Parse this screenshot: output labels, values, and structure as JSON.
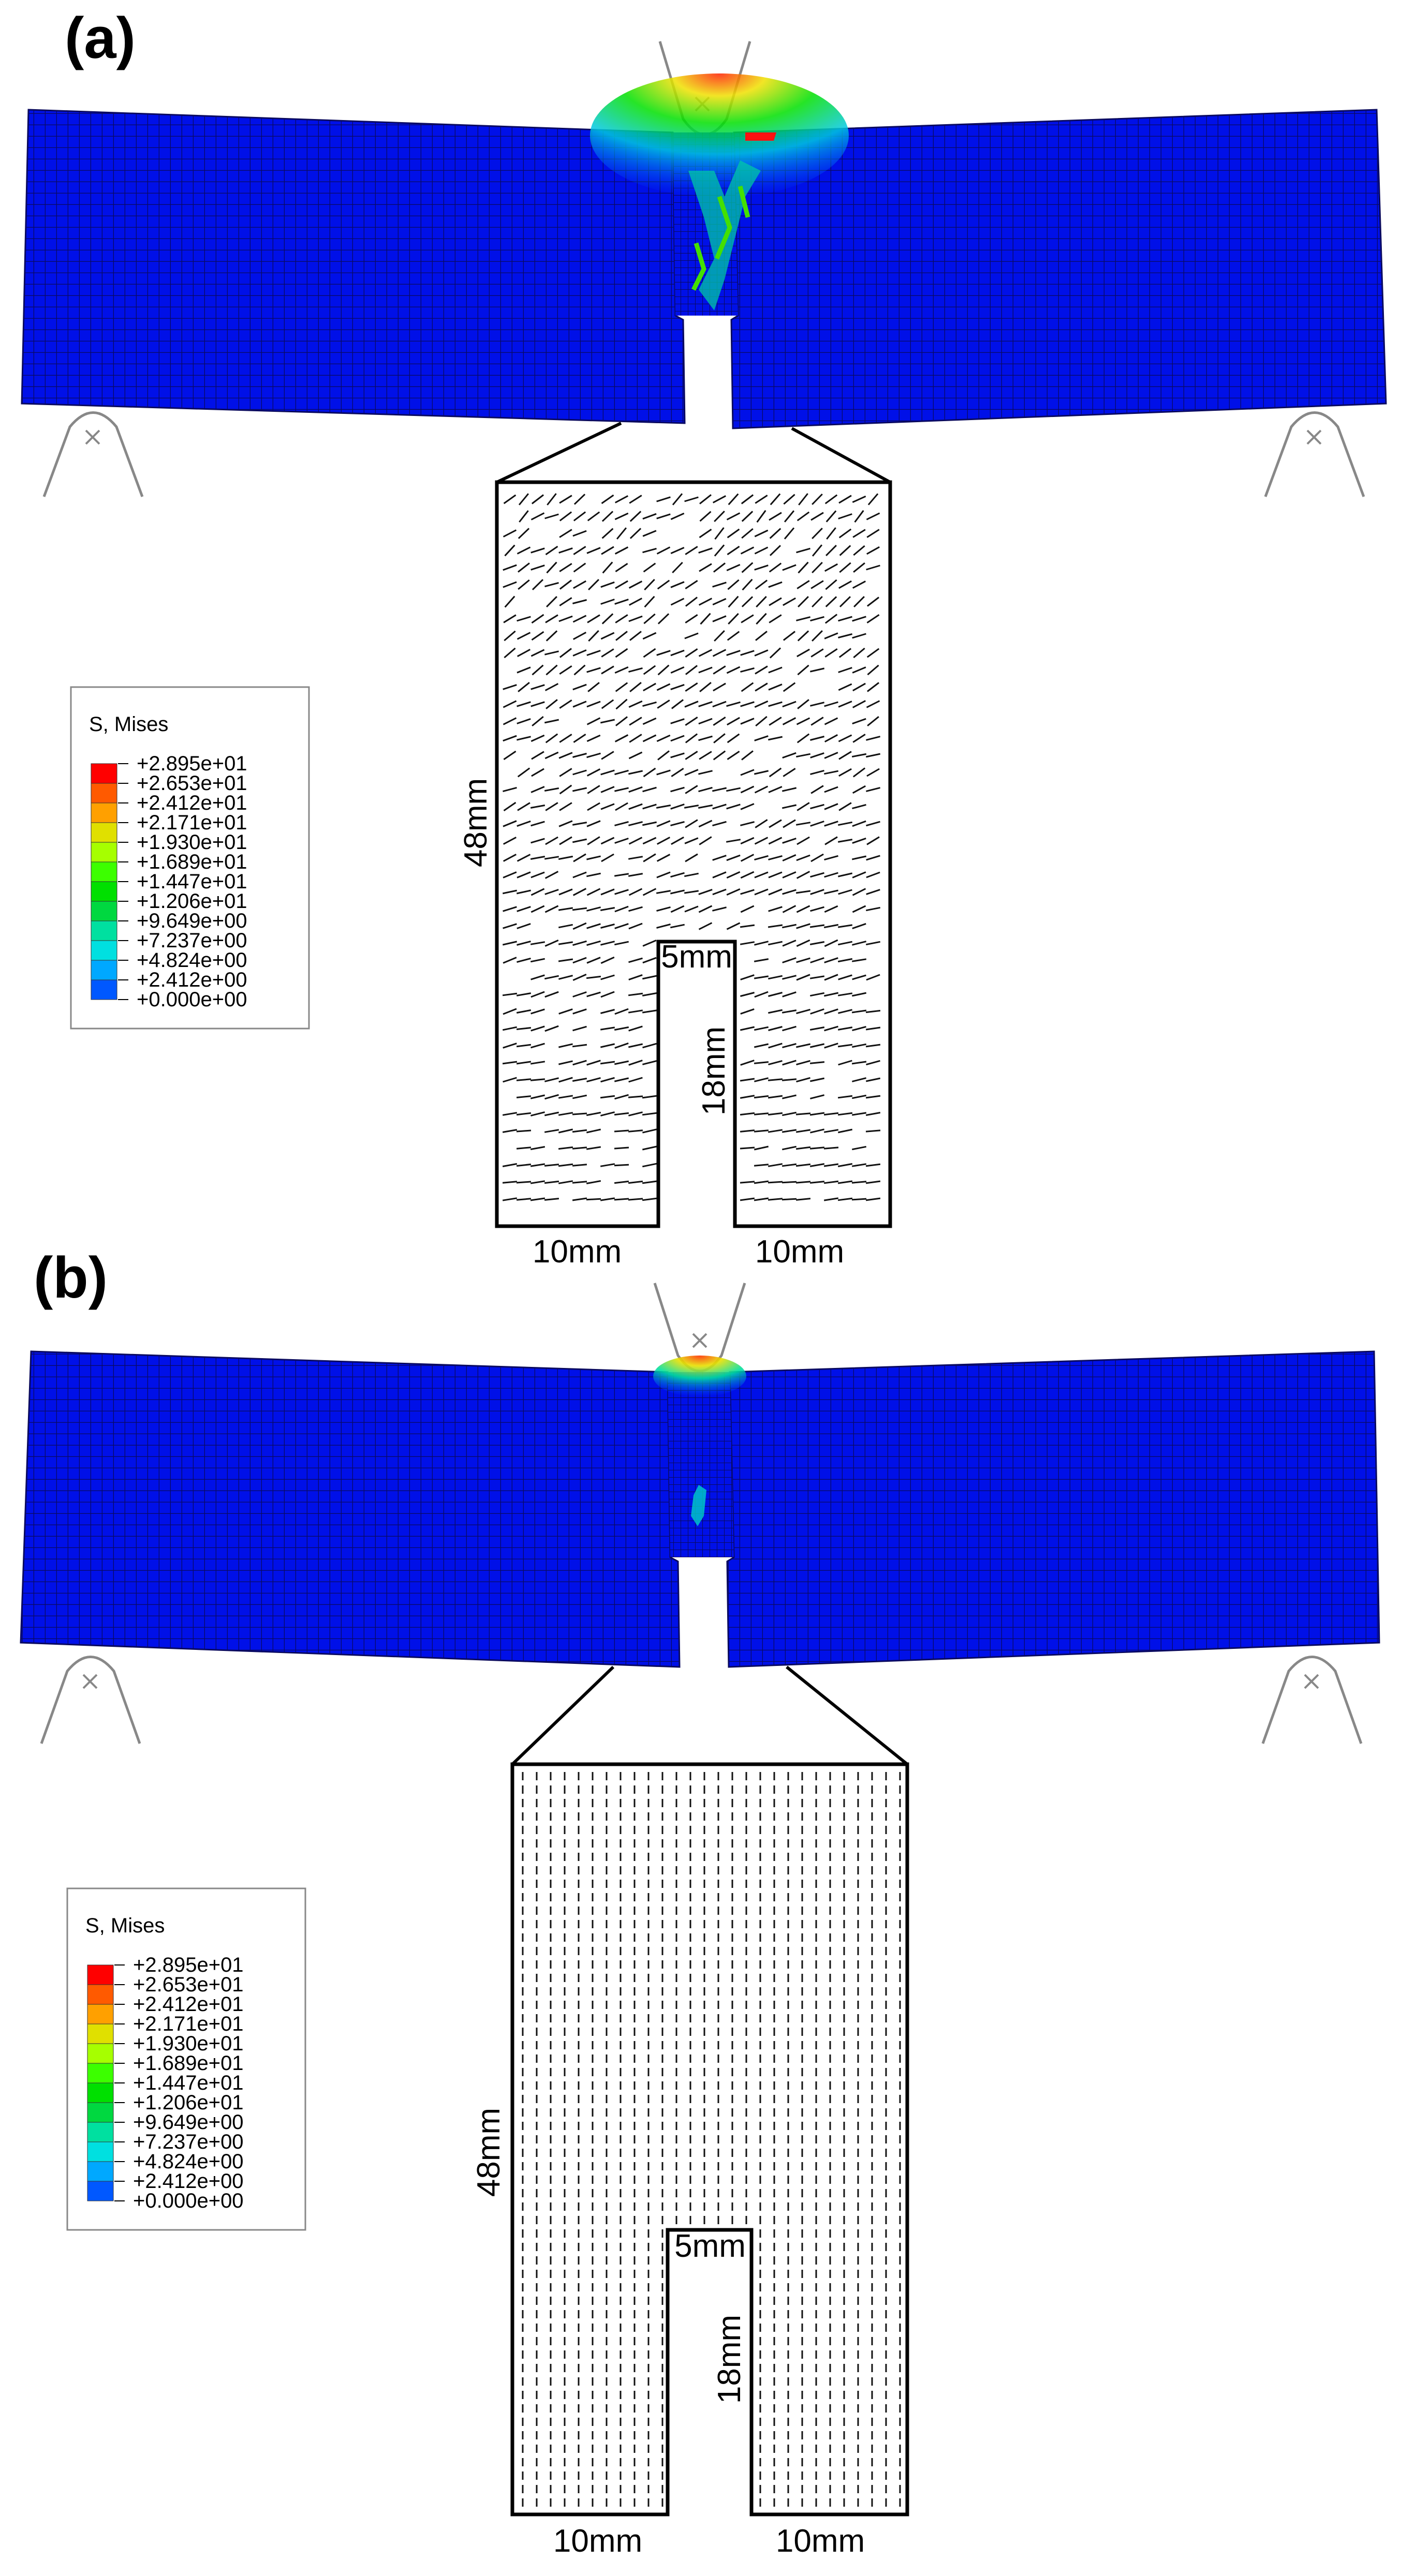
{
  "panels": [
    {
      "label": "(a)",
      "legend": {
        "title": "S, Mises",
        "values": [
          "+2.895e+01",
          "+2.653e+01",
          "+2.412e+01",
          "+2.171e+01",
          "+1.930e+01",
          "+1.689e+01",
          "+1.447e+01",
          "+1.206e+01",
          "+9.649e+00",
          "+7.237e+00",
          "+4.824e+00",
          "+2.412e+00",
          "+0.000e+00"
        ]
      },
      "dimensions": {
        "height": "48mm",
        "notch_width": "5mm",
        "notch_depth": "18mm",
        "left_width": "10mm",
        "right_width": "10mm"
      },
      "fiber_orientation": "random"
    },
    {
      "label": "(b)",
      "legend": {
        "title": "S, Mises",
        "values": [
          "+2.895e+01",
          "+2.653e+01",
          "+2.412e+01",
          "+2.171e+01",
          "+1.930e+01",
          "+1.689e+01",
          "+1.447e+01",
          "+1.206e+01",
          "+9.649e+00",
          "+7.237e+00",
          "+4.824e+00",
          "+2.412e+00",
          "+0.000e+00"
        ]
      },
      "dimensions": {
        "height": "48mm",
        "notch_width": "5mm",
        "notch_depth": "18mm",
        "left_width": "10mm",
        "right_width": "10mm"
      },
      "fiber_orientation": "vertical"
    }
  ],
  "legend_colors": [
    "#ff0000",
    "#ff5a00",
    "#ffa000",
    "#e0e000",
    "#a6ff00",
    "#3cff00",
    "#00e000",
    "#00d840",
    "#00e0a0",
    "#00e0e0",
    "#00a8ff",
    "#0058ff",
    "#0000ff"
  ],
  "colors": {
    "beam": "#0010e8",
    "mesh": "#0a0a60",
    "support": "#888888",
    "outline": "#000000"
  }
}
